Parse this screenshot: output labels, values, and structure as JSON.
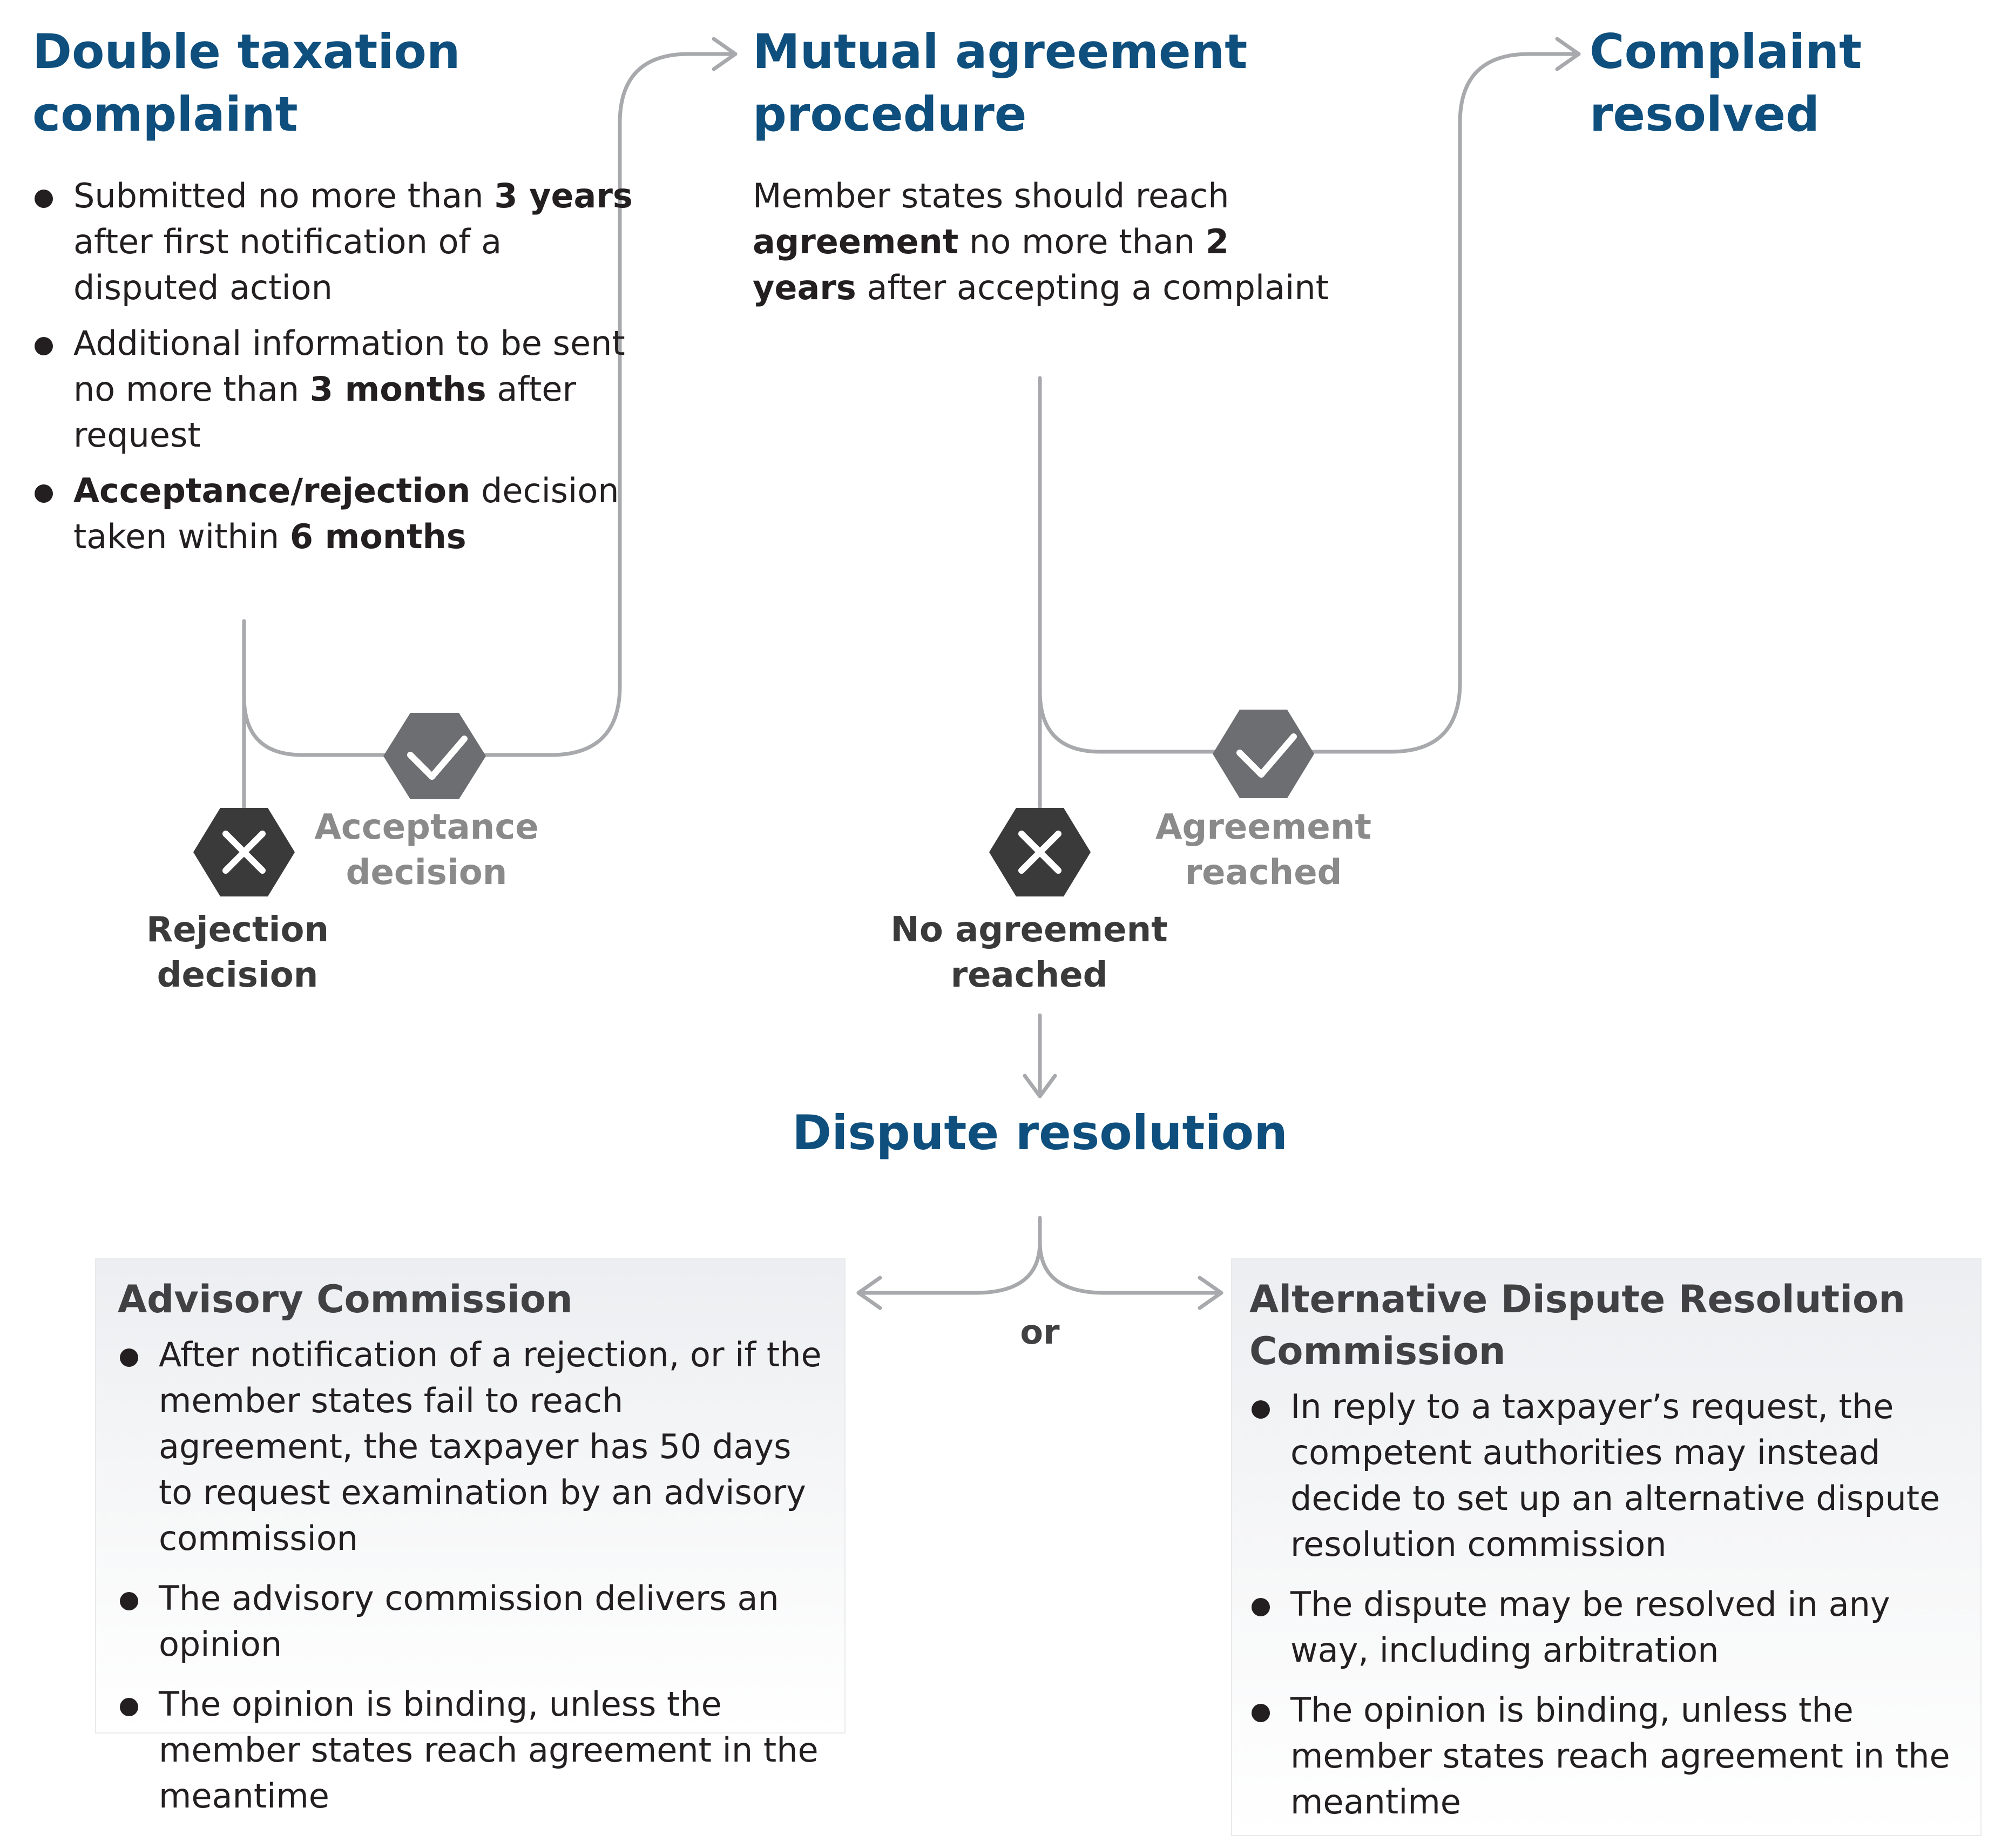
{
  "complaint": {
    "title_line1": "Double taxation",
    "title_line2": "complaint",
    "bullets": [
      {
        "pre": "Submitted no more than ",
        "bold": "3 years",
        "post": " after first notification of a disputed action"
      },
      {
        "pre": "Additional information to be sent no more than ",
        "bold": "3 months",
        "post": " after request"
      },
      {
        "bold": "Acceptance/rejection",
        "mid": " decision taken within ",
        "bold2": "6 months"
      }
    ]
  },
  "map": {
    "title_line1": "Mutual agreement",
    "title_line2": "procedure",
    "text_pre": "Member states should reach ",
    "text_bold1": "agreement",
    "text_mid": " no more than ",
    "text_bold2": "2 years",
    "text_post": " after accepting a complaint"
  },
  "resolved": {
    "title_line1": "Complaint",
    "title_line2": "resolved"
  },
  "nodes": {
    "rejection": {
      "line1": "Rejection",
      "line2": "decision",
      "icon": "x-hexagon-icon"
    },
    "acceptance": {
      "line1": "Acceptance",
      "line2": "decision",
      "icon": "check-hexagon-icon"
    },
    "no_agreement": {
      "line1": "No agreement",
      "line2": "reached",
      "icon": "x-hexagon-icon"
    },
    "agreement": {
      "line1": "Agreement",
      "line2": "reached",
      "icon": "check-hexagon-icon"
    }
  },
  "dispute": {
    "title": "Dispute resolution",
    "or": "or"
  },
  "advisory": {
    "title": "Advisory Commission",
    "bullets": [
      "After notification of a rejection, or if the member states fail to reach agreement, the taxpayer has 50 days to request examination by an advisory commission",
      "The advisory commission delivers an opinion",
      "The opinion is binding, unless the member states reach agreement in the meantime"
    ]
  },
  "adr": {
    "title_line1": "Alternative Dispute Resolution",
    "title_line2": "Commission",
    "bullets": [
      "In reply to a taxpayer’s request, the competent authorities may instead decide to set up an alternative dispute resolution commission",
      "The dispute may be resolved in any way, including arbitration",
      "The opinion is binding, unless the member states reach agreement in the meantime"
    ]
  },
  "colors": {
    "heading": "#0e4f7e",
    "connector": "#a7a9ac",
    "check_hex": "#6d6e71",
    "x_hex": "#3a3a3a"
  }
}
